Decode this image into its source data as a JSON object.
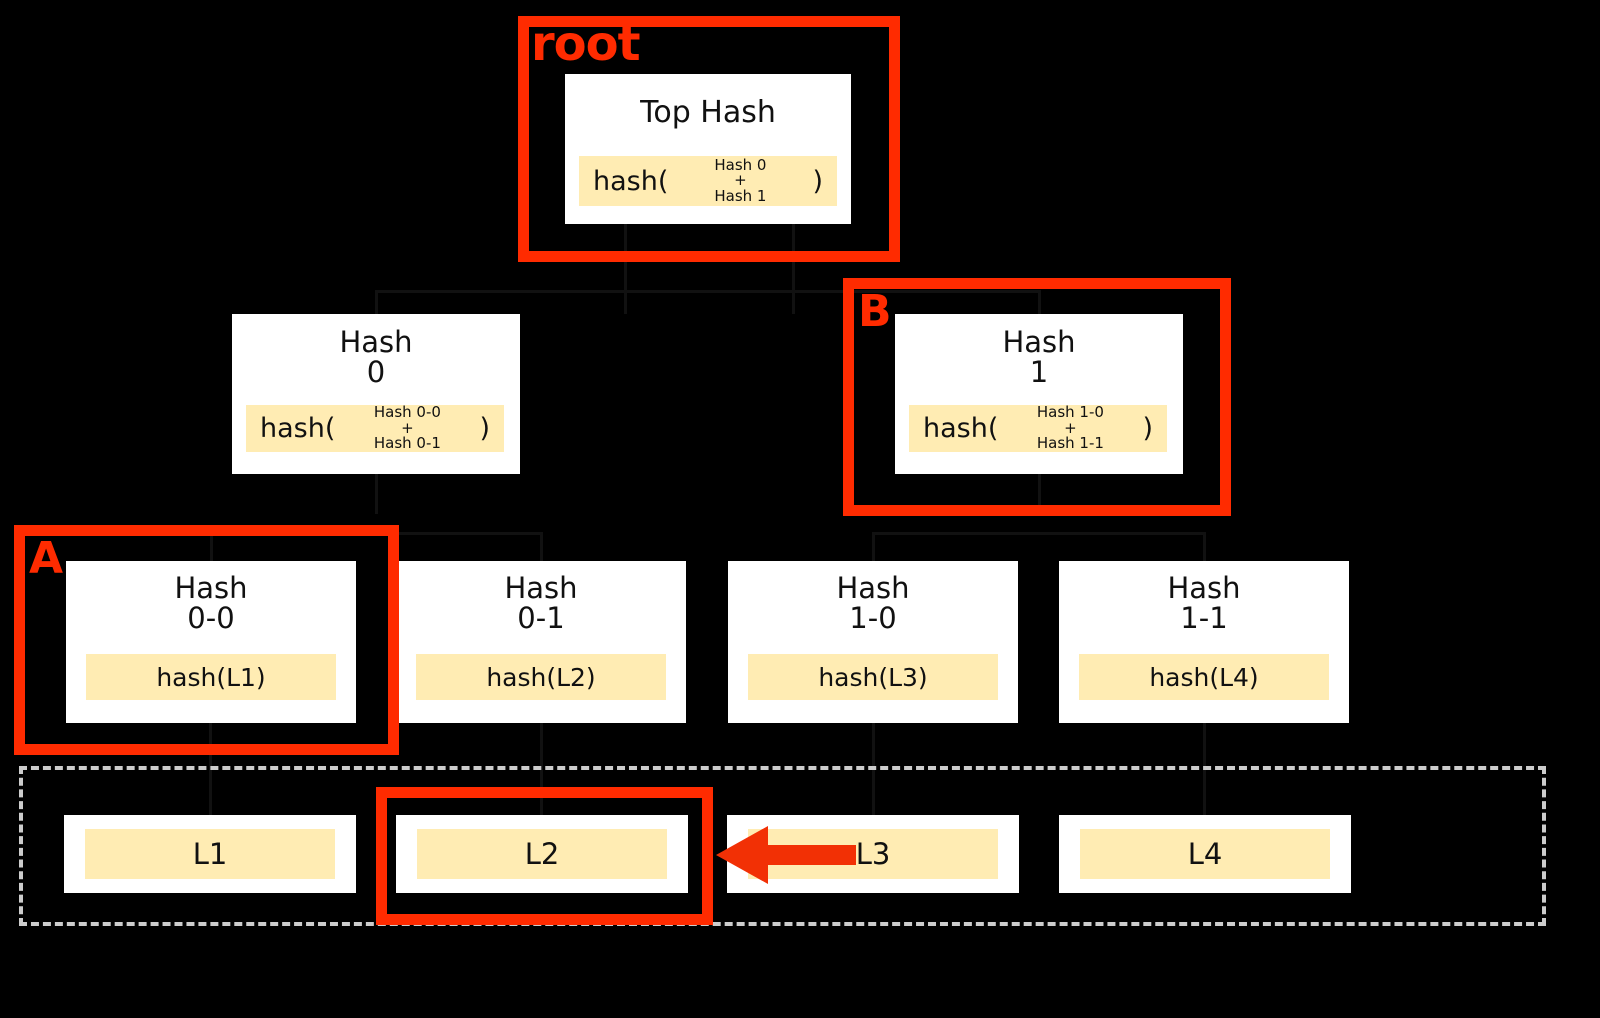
{
  "diagram": {
    "title": "Merkle tree (hash tree) with highlighted verification path",
    "background_color": "#000000",
    "accent_color": "#ff2b00",
    "highlight_color": "#ffecb3",
    "node_fill": "#ffffff",
    "dashed_color": "#cccccc"
  },
  "annotations": {
    "root_label": "root",
    "b_label": "B",
    "a_label": "A"
  },
  "root": {
    "title": "Top Hash",
    "fn": "hash(",
    "args": "Hash 0\n+\nHash 1",
    "close": ")"
  },
  "level1": [
    {
      "title": "Hash\n0",
      "fn": "hash(",
      "args": "Hash 0-0\n+\nHash 0-1",
      "close": ")"
    },
    {
      "title": "Hash\n1",
      "fn": "hash(",
      "args": "Hash 1-0\n+\nHash 1-1",
      "close": ")"
    }
  ],
  "level2": [
    {
      "title": "Hash\n0-0",
      "value": "hash(L1)"
    },
    {
      "title": "Hash\n0-1",
      "value": "hash(L2)"
    },
    {
      "title": "Hash\n1-0",
      "value": "hash(L3)"
    },
    {
      "title": "Hash\n1-1",
      "value": "hash(L4)"
    }
  ],
  "data_blocks": [
    {
      "label": "L1"
    },
    {
      "label": "L2"
    },
    {
      "label": "L3"
    },
    {
      "label": "L4"
    }
  ]
}
